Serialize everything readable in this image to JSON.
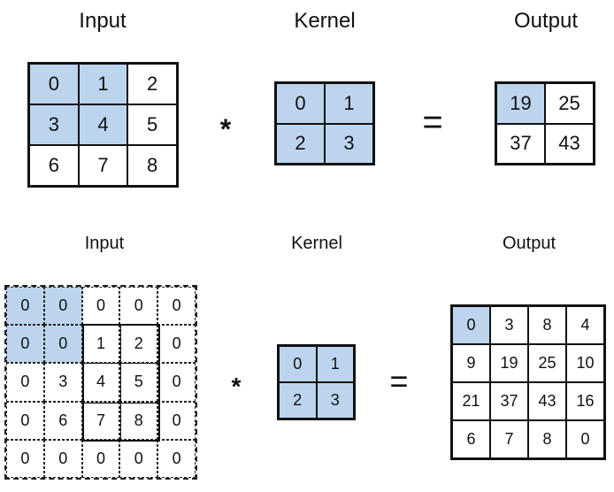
{
  "top": {
    "input_label": "Input",
    "kernel_label": "Kernel",
    "output_label": "Output",
    "input": [
      "0",
      "1",
      "2",
      "3",
      "4",
      "5",
      "6",
      "7",
      "8"
    ],
    "kernel": [
      "0",
      "1",
      "2",
      "3"
    ],
    "output": [
      "19",
      "25",
      "37",
      "43"
    ],
    "conv_symbol": "*",
    "equals_symbol": "="
  },
  "bottom": {
    "input_label": "Input",
    "kernel_label": "Kernel",
    "output_label": "Output",
    "input": [
      "0",
      "0",
      "0",
      "0",
      "0",
      "0",
      "0",
      "1",
      "2",
      "0",
      "0",
      "3",
      "4",
      "5",
      "0",
      "0",
      "6",
      "7",
      "8",
      "0",
      "0",
      "0",
      "0",
      "0",
      "0"
    ],
    "kernel": [
      "0",
      "1",
      "2",
      "3"
    ],
    "output": [
      "0",
      "3",
      "8",
      "4",
      "9",
      "19",
      "25",
      "10",
      "21",
      "37",
      "43",
      "16",
      "6",
      "7",
      "8",
      "0"
    ],
    "conv_symbol": "*",
    "equals_symbol": "="
  },
  "highlight_color": "#bcd4ee"
}
